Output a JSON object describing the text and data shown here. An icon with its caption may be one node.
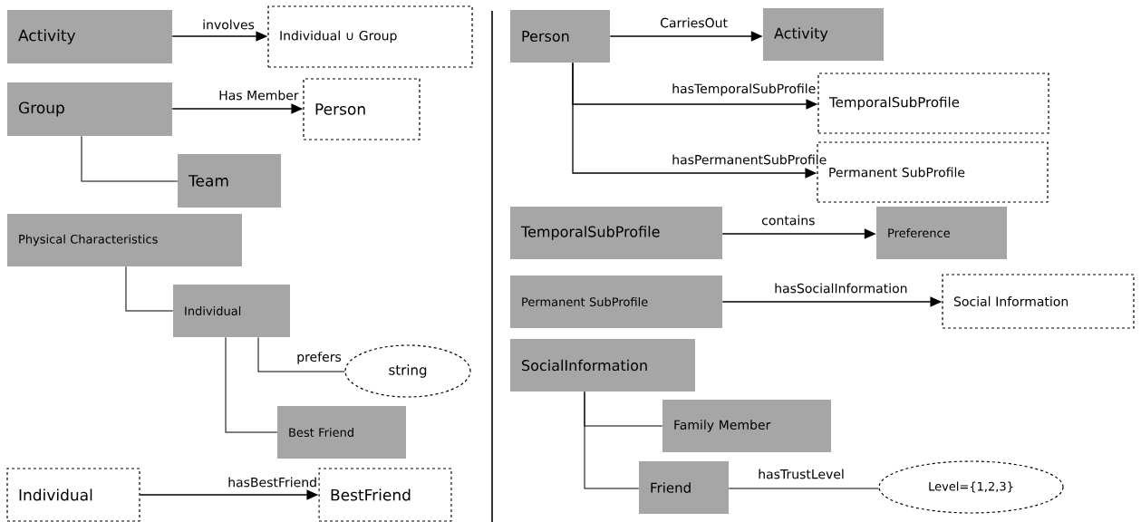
{
  "diagram": {
    "nodes": [
      {
        "text": [
          "Activity"
        ]
      },
      {
        "text": [
          "Individual ∪ Group"
        ]
      },
      {
        "text": [
          "Group"
        ]
      },
      {
        "text": [
          "Person"
        ]
      },
      {
        "text": [
          "Team"
        ]
      },
      {
        "text": [
          "Physical Characteristics"
        ]
      },
      {
        "text": [
          "Individual"
        ]
      },
      {
        "text": [
          "string"
        ]
      },
      {
        "text": [
          "Best Friend"
        ]
      },
      {
        "text": [
          "Individual"
        ]
      },
      {
        "text": [
          "BestFriend"
        ]
      },
      {
        "text": [
          "Person"
        ]
      },
      {
        "text": [
          "Activity"
        ]
      },
      {
        "text": [
          "TemporalSubProfile"
        ]
      },
      {
        "text": [
          "Permanent SubProfile"
        ]
      },
      {
        "text": [
          "TemporalSubProfile"
        ]
      },
      {
        "text": [
          "Preference"
        ]
      },
      {
        "text": [
          "Permanent SubProfile"
        ]
      },
      {
        "text": [
          "Social Information"
        ]
      },
      {
        "text": [
          "SocialInformation"
        ]
      },
      {
        "text": [
          "Family Member"
        ]
      },
      {
        "text": [
          "Friend"
        ]
      },
      {
        "text": [
          "Level={1,2,3}"
        ]
      }
    ],
    "edges": [
      {
        "from": 0,
        "to": 1,
        "arrow": "to",
        "label": "involves"
      },
      {
        "from": 2,
        "to": 3,
        "arrow": "to",
        "label": "Has Member"
      },
      {
        "from": 2,
        "to": 4,
        "arrow": "none"
      },
      {
        "from": 5,
        "to": 6,
        "arrow": "none"
      },
      {
        "from": 6,
        "to": 7,
        "arrow": "none",
        "label": "prefers"
      },
      {
        "from": 6,
        "to": 8,
        "arrow": "none"
      },
      {
        "from": 9,
        "to": 10,
        "arrow": "to",
        "label": "hasBestFriend"
      },
      {
        "from": 11,
        "to": 12,
        "arrow": "to",
        "label": "CarriesOut"
      },
      {
        "from": 11,
        "to": 13,
        "arrow": "to",
        "label": "hasTemporalSubProfile"
      },
      {
        "from": 11,
        "to": 14,
        "arrow": "to",
        "label": "hasPermanentSubProfile"
      },
      {
        "from": 15,
        "to": 16,
        "arrow": "to",
        "label": "contains"
      },
      {
        "from": 17,
        "to": 18,
        "arrow": "to",
        "label": "hasSocialInformation"
      },
      {
        "from": 19,
        "to": 20,
        "arrow": "none"
      },
      {
        "from": 19,
        "to": 21,
        "arrow": "none"
      },
      {
        "from": 21,
        "to": 22,
        "arrow": "none",
        "label": "hasTrustLevel"
      }
    ]
  }
}
